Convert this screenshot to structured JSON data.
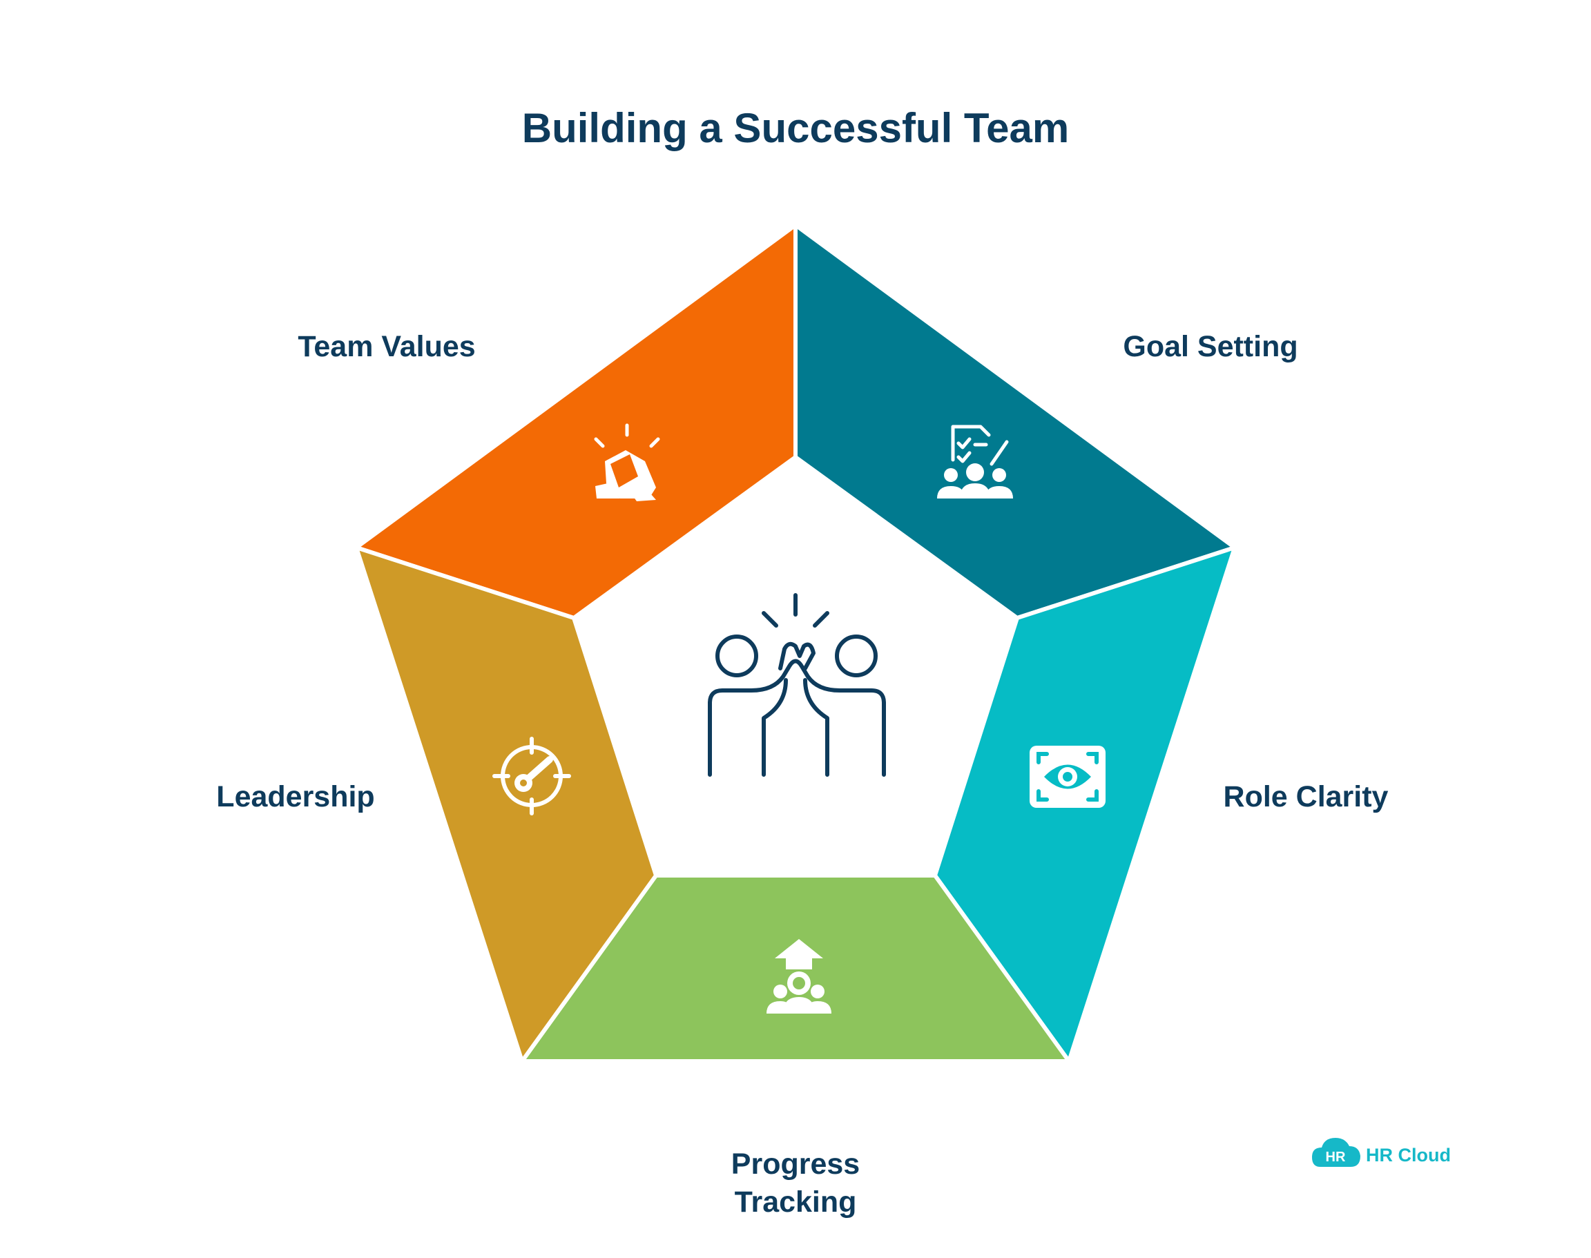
{
  "title": "Building a Successful Team",
  "colors": {
    "text": "#0e3b5c",
    "team_values": "#f36a05",
    "goal_setting": "#017a8f",
    "role_clarity": "#06bcc5",
    "progress_tracking": "#8dc45c",
    "leadership": "#cf9a27",
    "logo": "#16b8c8"
  },
  "segments": [
    {
      "id": "team-values",
      "label": "Team Values",
      "icon": "idea-puzzle-icon"
    },
    {
      "id": "goal-setting",
      "label": "Goal Setting",
      "icon": "checklist-team-icon"
    },
    {
      "id": "role-clarity",
      "label": "Role Clarity",
      "icon": "eye-frame-icon"
    },
    {
      "id": "progress-tracking",
      "label_line1": "Progress",
      "label_line2": "Tracking",
      "icon": "team-growth-icon"
    },
    {
      "id": "leadership",
      "label": "Leadership",
      "icon": "target-key-icon"
    }
  ],
  "center_icon": "high-five-icon",
  "logo": {
    "badge": "HR",
    "text": "HR Cloud"
  }
}
